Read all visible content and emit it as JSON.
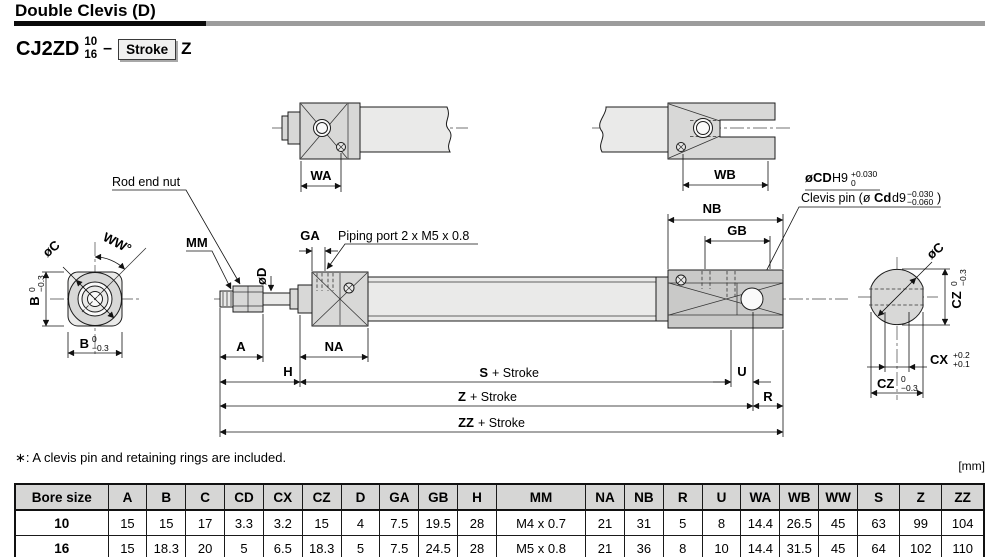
{
  "header": {
    "title": "Double Clevis (D)",
    "model": {
      "series": "CJ2ZD",
      "bore_top": "10",
      "bore_bottom": "16",
      "separator": "–",
      "stroke_label": "Stroke",
      "suffix": "Z"
    }
  },
  "drawing": {
    "labels": {
      "rod_end_nut": "Rod end nut",
      "piping_port": "Piping port 2 x M5 x 0.8",
      "mm": "MM",
      "ga": "GA",
      "wa": "WA",
      "wb": "WB",
      "nb": "NB",
      "gb": "GB",
      "d_dia": "øD",
      "c_dia": "øC",
      "ww": "WW°",
      "b": "B",
      "cz": "CZ",
      "cx": "CX",
      "a": "A",
      "h": "H",
      "na": "NA",
      "u": "U",
      "r": "R",
      "s": "S",
      "z": "Z",
      "zz": "ZZ",
      "plus_stroke": "+ Stroke",
      "cd_dia": "øCD",
      "cd_fit": "H9",
      "cd_tol_hi": "+0.030",
      "cd_tol_lo": "0",
      "pin_pre": "Clevis pin (ø",
      "pin_bold": "Cd",
      "pin_fit": "d9",
      "pin_tol_hi": "−0.030",
      "pin_tol_lo": "−0.060",
      "pin_close": ")",
      "tol_zero": "0",
      "tol_minus03": "−0.3",
      "cx_tol_hi": "+0.2",
      "cx_tol_lo": "+0.1"
    },
    "colors": {
      "fill_light": "#eaeae9",
      "fill_mid": "#d8d8d7",
      "fill_dark": "#c9c9c8",
      "line": "#1c1c1c"
    }
  },
  "note": "∗: A clevis pin and retaining rings are included.",
  "table": {
    "unit": "[mm]",
    "headers": [
      "Bore size",
      "A",
      "B",
      "C",
      "CD",
      "CX",
      "CZ",
      "D",
      "GA",
      "GB",
      "H",
      "MM",
      "NA",
      "NB",
      "R",
      "U",
      "WA",
      "WB",
      "WW",
      "S",
      "Z",
      "ZZ"
    ],
    "rows": [
      [
        "10",
        "15",
        "15",
        "17",
        "3.3",
        "3.2",
        "15",
        "4",
        "7.5",
        "19.5",
        "28",
        "M4 x 0.7",
        "21",
        "31",
        "5",
        "8",
        "14.4",
        "26.5",
        "45",
        "63",
        "99",
        "104"
      ],
      [
        "16",
        "15",
        "18.3",
        "20",
        "5",
        "6.5",
        "18.3",
        "5",
        "7.5",
        "24.5",
        "28",
        "M5 x 0.8",
        "21",
        "36",
        "8",
        "10",
        "14.4",
        "31.5",
        "45",
        "64",
        "102",
        "110"
      ]
    ]
  }
}
